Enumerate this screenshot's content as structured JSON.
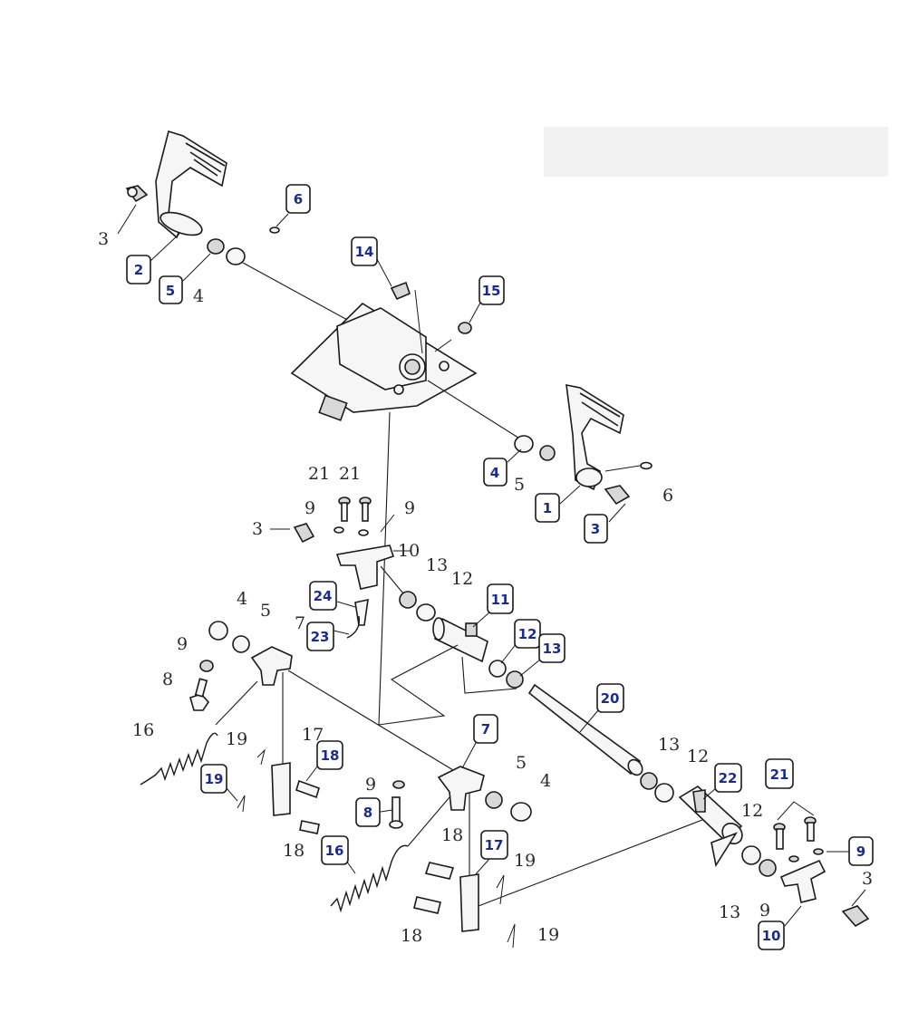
{
  "diagram": {
    "boxed_labels": {
      "b_6": "6",
      "b_2": "2",
      "b_5_top": "5",
      "b_14": "14",
      "b_15": "15",
      "b_4_right": "4",
      "b_1": "1",
      "b_3_right": "3",
      "b_24": "24",
      "b_23": "23",
      "b_11": "11",
      "b_12": "12",
      "b_13": "13",
      "b_20": "20",
      "b_7": "7",
      "b_18": "18",
      "b_19": "19",
      "b_8": "8",
      "b_16": "16",
      "b_17": "17",
      "b_22": "22",
      "b_21": "21",
      "b_9": "9",
      "b_10": "10"
    },
    "plain_labels": {
      "p_3_top": "3",
      "p_4_top": "4",
      "p_5_right": "5",
      "p_6_right": "6",
      "p_21_a": "21",
      "p_21_b": "21",
      "p_9_a": "9",
      "p_9_b": "9",
      "p_3_mid": "3",
      "p_10_mid": "10",
      "p_13_mid": "13",
      "p_12_mid": "12",
      "p_4_left": "4",
      "p_5_left": "5",
      "p_9_left": "9",
      "p_7_left": "7",
      "p_8_left": "8",
      "p_16_left": "16",
      "p_19_left": "19",
      "p_17_left": "17",
      "p_18_left": "18",
      "p_9_center": "9",
      "p_5_center": "5",
      "p_4_center": "4",
      "p_18_c1": "18",
      "p_19_c": "19",
      "p_18_c2": "18",
      "p_19_bottom": "19",
      "p_13_r1": "13",
      "p_12_r1": "12",
      "p_12_r2": "12",
      "p_13_r2": "13",
      "p_9_r": "9",
      "p_3_r": "3"
    }
  }
}
